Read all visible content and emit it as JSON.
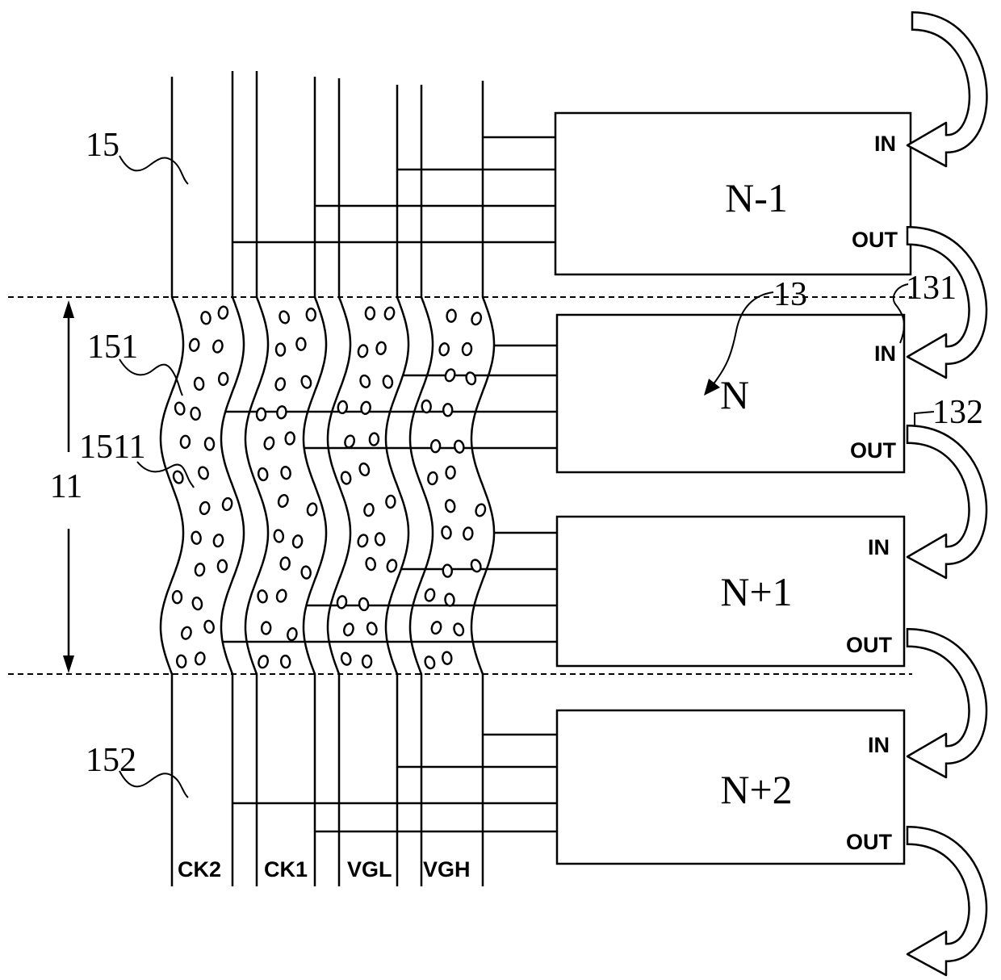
{
  "labels": {
    "ref_15": "15",
    "ref_151": "151",
    "ref_1511": "1511",
    "ref_11": "11",
    "ref_13": "13",
    "ref_131": "131",
    "ref_132": "132",
    "ref_152": "152"
  },
  "buses": [
    {
      "label": "CK2"
    },
    {
      "label": "CK1"
    },
    {
      "label": "VGL"
    },
    {
      "label": "VGH"
    }
  ],
  "stages": [
    {
      "label": "N-1",
      "in": "IN",
      "out": "OUT"
    },
    {
      "label": "N",
      "in": "IN",
      "out": "OUT"
    },
    {
      "label": "N+1",
      "in": "IN",
      "out": "OUT"
    },
    {
      "label": "N+2",
      "in": "IN",
      "out": "OUT"
    }
  ]
}
